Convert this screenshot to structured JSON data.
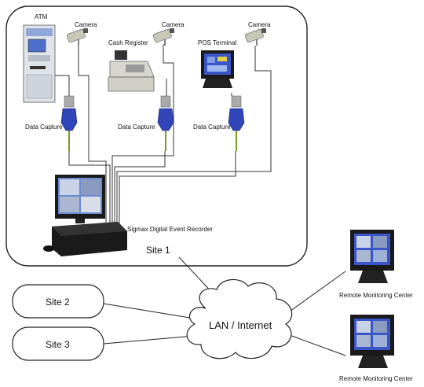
{
  "site1": {
    "label": "Site 1",
    "devices": {
      "atm": "ATM",
      "cash_register": "Cash Register",
      "pos_terminal": "POS Terminal"
    },
    "cameras": [
      "Camera",
      "Camera",
      "Camera"
    ],
    "data_capture": [
      "Data Capture",
      "Data Capture",
      "Data Capture"
    ],
    "recorder": "Sigmax Digital Event Recorder"
  },
  "site2": {
    "label": "Site 2"
  },
  "site3": {
    "label": "Site 3"
  },
  "network": {
    "label": "LAN / Internet"
  },
  "remote": [
    "Remote Monitoring Center",
    "Remote Monitoring Center"
  ],
  "colors": {
    "outline": "#222222",
    "screen_blue": "#3a55c8",
    "capture_blue": "#2f45b8",
    "camera_body": "#c8c8c0",
    "dark": "#1a1a1a"
  }
}
